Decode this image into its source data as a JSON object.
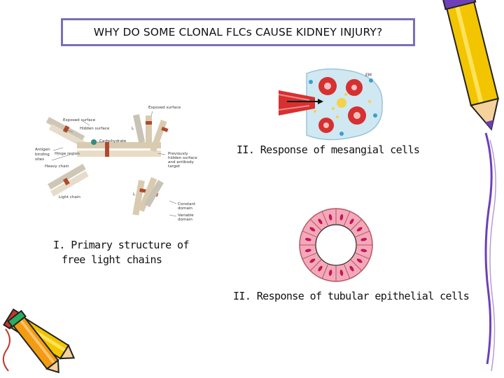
{
  "slide": {
    "title": "WHY DO SOME CLONAL FLCs CAUSE KIDNEY INJURY?",
    "captions": {
      "mesangial": "II. Response of mesangial cells",
      "primary_line1": "I. Primary structure of",
      "primary_line2": "free light chains",
      "tubular": "II. Response of tubular epithelial cells"
    }
  },
  "antibody_diagram": {
    "labels": {
      "exposed_surface_top": "Exposed surface",
      "exposed_surface_left": "Exposed surface",
      "hidden_surface": "Hidden surface",
      "carbohydrate": "Carbohydrate",
      "antigen_site_1": "Antigen",
      "antigen_site_2": "binding",
      "antigen_site_3": "sites",
      "hinge_region": "Hinge region",
      "heavy_chain": "Heavy chain",
      "previously_1": "Previously",
      "previously_2": "hidden surface",
      "previously_3": "and antibody",
      "previously_4": "target",
      "light_chain": "Light chain",
      "constant_1": "Constant",
      "constant_2": "domain",
      "variable_1": "Variable",
      "variable_2": "domain",
      "marker_l1": "L",
      "marker_l2": "L"
    }
  },
  "mesangium_diagram": {
    "labels": {
      "corner": "EM"
    }
  },
  "colors": {
    "title_border": "#7a6fb3",
    "pencil_yellow": "#f2c500",
    "pencil_purple": "#6d3fb8",
    "tubule_fill": "#f4a9b8",
    "vessel_red": "#d63030"
  }
}
